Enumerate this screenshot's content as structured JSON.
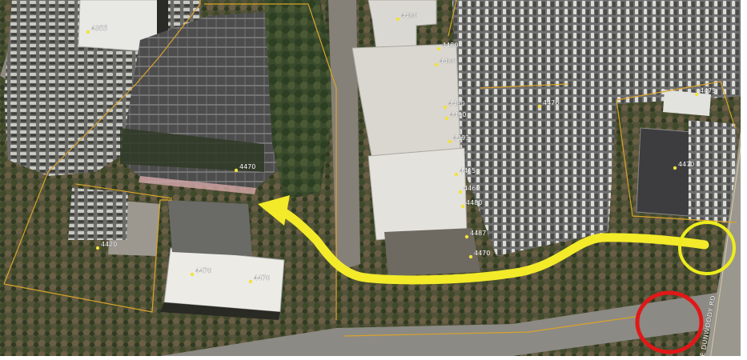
{
  "map": {
    "parcel_labels": [
      {
        "id": "4355",
        "text": "4355"
      },
      {
        "id": "4470-top",
        "text": "4470"
      },
      {
        "id": "4470-bldg-a",
        "text": "4470"
      },
      {
        "id": "4470-bldg-b",
        "text": "4470"
      },
      {
        "id": "4420",
        "text": "4420"
      },
      {
        "id": "4480-a",
        "text": "4480"
      },
      {
        "id": "4480-b",
        "text": "4480"
      },
      {
        "id": "4480-c",
        "text": "4480"
      },
      {
        "id": "4490-a",
        "text": "4490"
      },
      {
        "id": "4490-b",
        "text": "4490"
      },
      {
        "id": "4493",
        "text": "4493"
      },
      {
        "id": "4415",
        "text": "4415"
      },
      {
        "id": "4460",
        "text": "4460"
      },
      {
        "id": "4480-d",
        "text": "4480"
      },
      {
        "id": "4487",
        "text": "4487"
      },
      {
        "id": "4470-e",
        "text": "4470"
      },
      {
        "id": "4476",
        "text": "4476"
      },
      {
        "id": "4475",
        "text": "4475"
      },
      {
        "id": "4470-f",
        "text": "4470"
      }
    ],
    "road_label": "E DUNWOODY RD",
    "colors": {
      "parcel_line": "#d9a32b",
      "route_arrow": "#f3ea2a",
      "highlight_circle_yellow": "#ecec1e",
      "highlight_circle_red": "#e01818"
    }
  }
}
